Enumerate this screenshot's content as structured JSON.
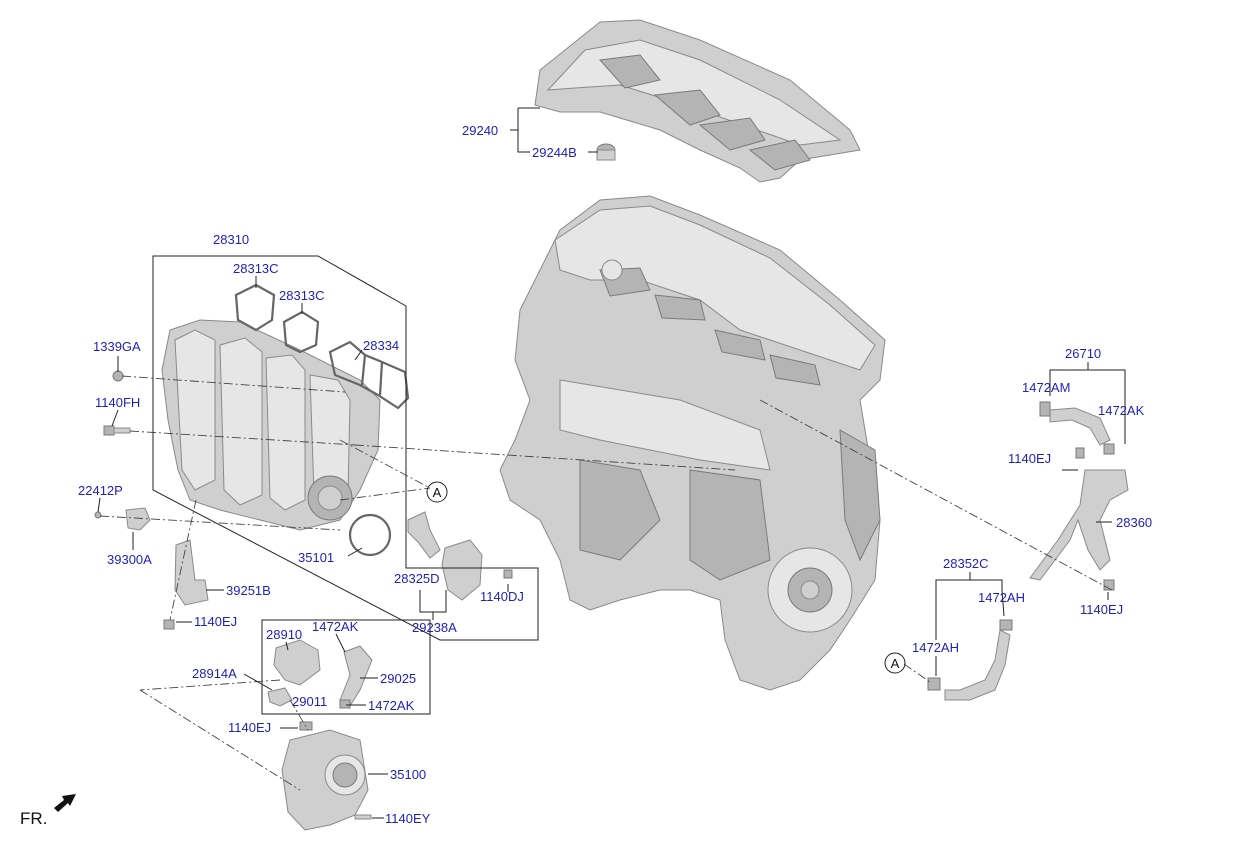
{
  "diagram": {
    "orientation_label": "FR.",
    "reference_circle_letter": "A",
    "part_labels": {
      "p29240": "29240",
      "p29244B": "29244B",
      "p28310": "28310",
      "p28313C_a": "28313C",
      "p28313C_b": "28313C",
      "p28334": "28334",
      "p1339GA": "1339GA",
      "p1140FH": "1140FH",
      "p22412P": "22412P",
      "p39300A": "39300A",
      "p39251B": "39251B",
      "p1140EJ_a": "1140EJ",
      "p35101": "35101",
      "p28325D": "28325D",
      "p1140DJ": "1140DJ",
      "p29238A": "29238A",
      "p28910": "28910",
      "p1472AK_a": "1472AK",
      "p28914A": "28914A",
      "p29025": "29025",
      "p29011": "29011",
      "p1472AK_b": "1472AK",
      "p1140EJ_b": "1140EJ",
      "p35100": "35100",
      "p1140EY": "1140EY",
      "p26710": "26710",
      "p1472AM": "1472AM",
      "p1472AK_c": "1472AK",
      "p1140EJ_c": "1140EJ",
      "p28360": "28360",
      "p28352C": "28352C",
      "p1472AH_a": "1472AH",
      "p1472AH_b": "1472AH",
      "p1140EJ_d": "1140EJ"
    },
    "colors": {
      "label": "#1f1fbf",
      "line": "#222222",
      "part_fill": "#cfcfcf"
    }
  }
}
